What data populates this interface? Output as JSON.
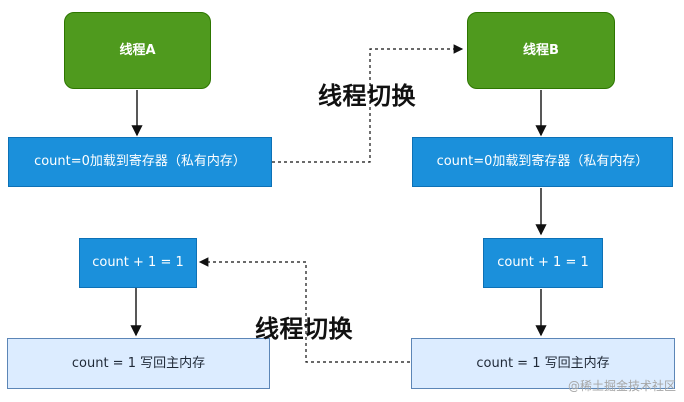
{
  "diagram": {
    "thread_a": {
      "title": "线程A"
    },
    "thread_b": {
      "title": "线程B"
    },
    "left": {
      "load": "count=0加载到寄存器（私有内存）",
      "add": "count + 1 = 1",
      "write": "count = 1 写回主内存"
    },
    "right": {
      "load": "count=0加载到寄存器（私有内存）",
      "add": "count + 1 = 1",
      "write": "count = 1 写回主内存"
    },
    "switch_labels": [
      "线程切换",
      "线程切换"
    ],
    "watermark": "@稀土掘金技术社区"
  }
}
